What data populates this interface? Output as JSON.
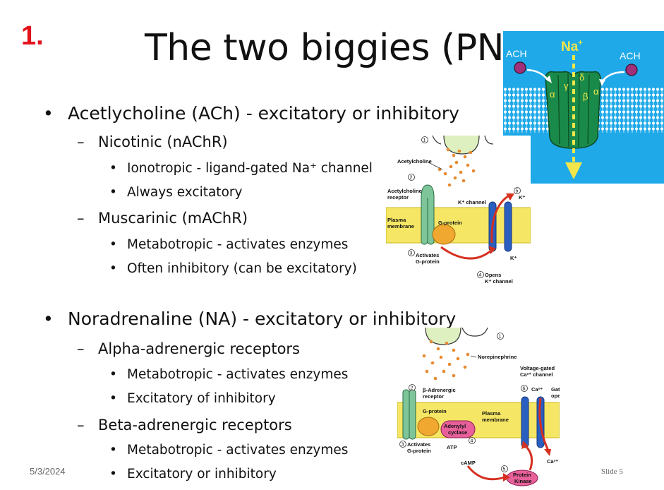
{
  "slide_number": "1.",
  "title": "The two biggies (PNS)",
  "bullets": {
    "ach": {
      "marker": "•",
      "text": "Acetlycholine (ACh) - excitatory or inhibitory",
      "nicotinic": {
        "marker": "–",
        "text": "Nicotinic (nAChR)",
        "items": [
          {
            "marker": "•",
            "text": "Ionotropic - ligand-gated Na⁺ channel"
          },
          {
            "marker": "•",
            "text": "Always excitatory"
          }
        ]
      },
      "muscarinic": {
        "marker": "–",
        "text": "Muscarinic (mAChR)",
        "items": [
          {
            "marker": "•",
            "text": "Metabotropic - activates enzymes"
          },
          {
            "marker": "•",
            "text": "Often inhibitory (can be excitatory)"
          }
        ]
      }
    },
    "na": {
      "marker": "•",
      "text": "Noradrenaline (NA) - excitatory or inhibitory",
      "alpha": {
        "marker": "–",
        "text": "Alpha-adrenergic receptors",
        "items": [
          {
            "marker": "•",
            "text": "Metabotropic - activates enzymes"
          },
          {
            "marker": "•",
            "text": "Excitatory of inhibitory"
          }
        ]
      },
      "beta": {
        "marker": "–",
        "text": "Beta-adrenergic receptors",
        "items": [
          {
            "marker": "•",
            "text": "Metabotropic - activates enzymes"
          },
          {
            "marker": "•",
            "text": "Excitatory or inhibitory"
          }
        ]
      }
    }
  },
  "footer": {
    "date": "5/3/2024",
    "slide": "Slide 5"
  },
  "figure_nicotinic": {
    "na_label": "Na",
    "na_sup": "+",
    "ach_left": "ACH",
    "ach_right": "ACH",
    "subunits": [
      "α",
      "γ",
      "δ",
      "β",
      "α"
    ],
    "colors": {
      "background": "#1fa9e8",
      "channel": "#1a8a4a",
      "arrow": "#f3e64a",
      "ligand": "#a0307a"
    }
  },
  "figure_muscarinic": {
    "acetylcholine": "Acetylcholine",
    "receptor": [
      "Acetylcholine",
      "receptor"
    ],
    "k_channel": "K⁺ channel",
    "plasma_membrane": [
      "Plasma",
      "membrane"
    ],
    "g_protein": "G-protein",
    "activates": [
      "Activates",
      "G-protein"
    ],
    "opens": [
      "Opens",
      "K⁺ channel"
    ],
    "k_out": "K⁺",
    "k_in": "K⁺",
    "steps": [
      "1",
      "2",
      "3",
      "4",
      "5"
    ],
    "colors": {
      "membrane": "#f5e765",
      "receptor": "#7ec59a",
      "g_protein": "#f0a830",
      "channel": "#2a5fbf",
      "arrow": "#d63020"
    }
  },
  "figure_beta": {
    "norepinephrine": "Norepinephrine",
    "vgcc": [
      "Voltage-gated",
      "Ca²⁺ channel"
    ],
    "receptor": [
      "β-Adrenergic",
      "receptor"
    ],
    "ca_label": "Ca²⁺",
    "gate": [
      "Gate",
      "open"
    ],
    "g_protein": "G-protein",
    "plasma_membrane": [
      "Plasma",
      "membrane"
    ],
    "adenylyl": [
      "Adenylyl",
      "cyclase"
    ],
    "activates": [
      "Activates",
      "G-protein"
    ],
    "atp": "ATP",
    "camp": "cAMP",
    "protein_kinase": [
      "Protein",
      "Kinase"
    ],
    "ca_out": "Ca²⁺",
    "steps": [
      "1",
      "2",
      "3",
      "4",
      "5",
      "6"
    ],
    "colors": {
      "membrane": "#f5e765",
      "receptor": "#7ec59a",
      "g_protein": "#f0a830",
      "enzyme": "#e8609a",
      "channel": "#2a5fbf",
      "arrow": "#d63020"
    }
  }
}
